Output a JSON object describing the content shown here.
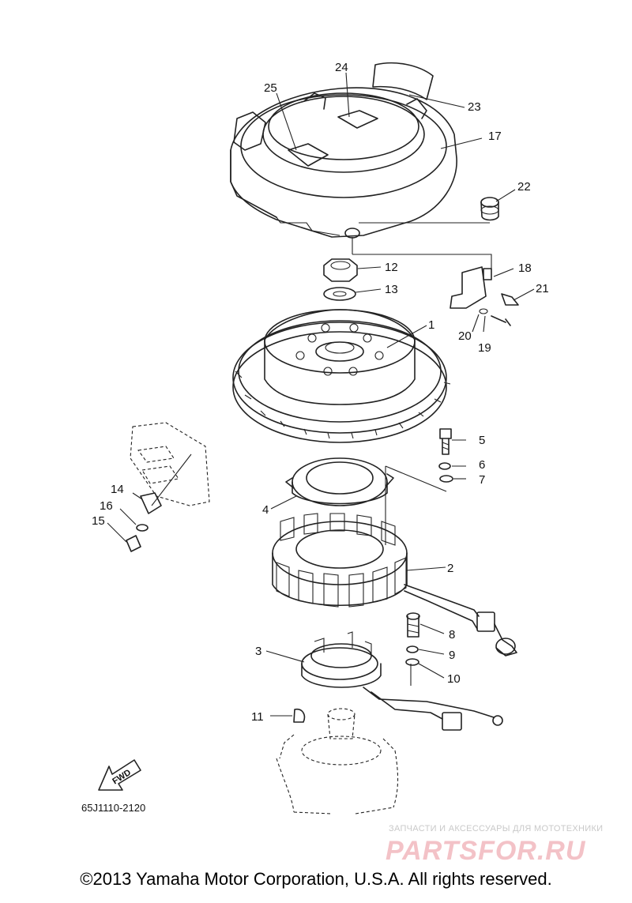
{
  "part_labels": [
    "1",
    "2",
    "3",
    "4",
    "5",
    "6",
    "7",
    "8",
    "9",
    "10",
    "11",
    "12",
    "13",
    "14",
    "15",
    "16",
    "17",
    "18",
    "19",
    "20",
    "21",
    "22",
    "23",
    "24",
    "25"
  ],
  "fwd_label": "FWD",
  "diagram_code": "65J1110-2120",
  "watermark": {
    "tagline": "ЗАПЧАСТИ И АКСЕССУАРЫ ДЛЯ МОТОТЕХНИКИ",
    "logo": "PARTSFOR.RU"
  },
  "copyright": "©2013 Yamaha Motor Corporation, U.S.A. All rights reserved."
}
